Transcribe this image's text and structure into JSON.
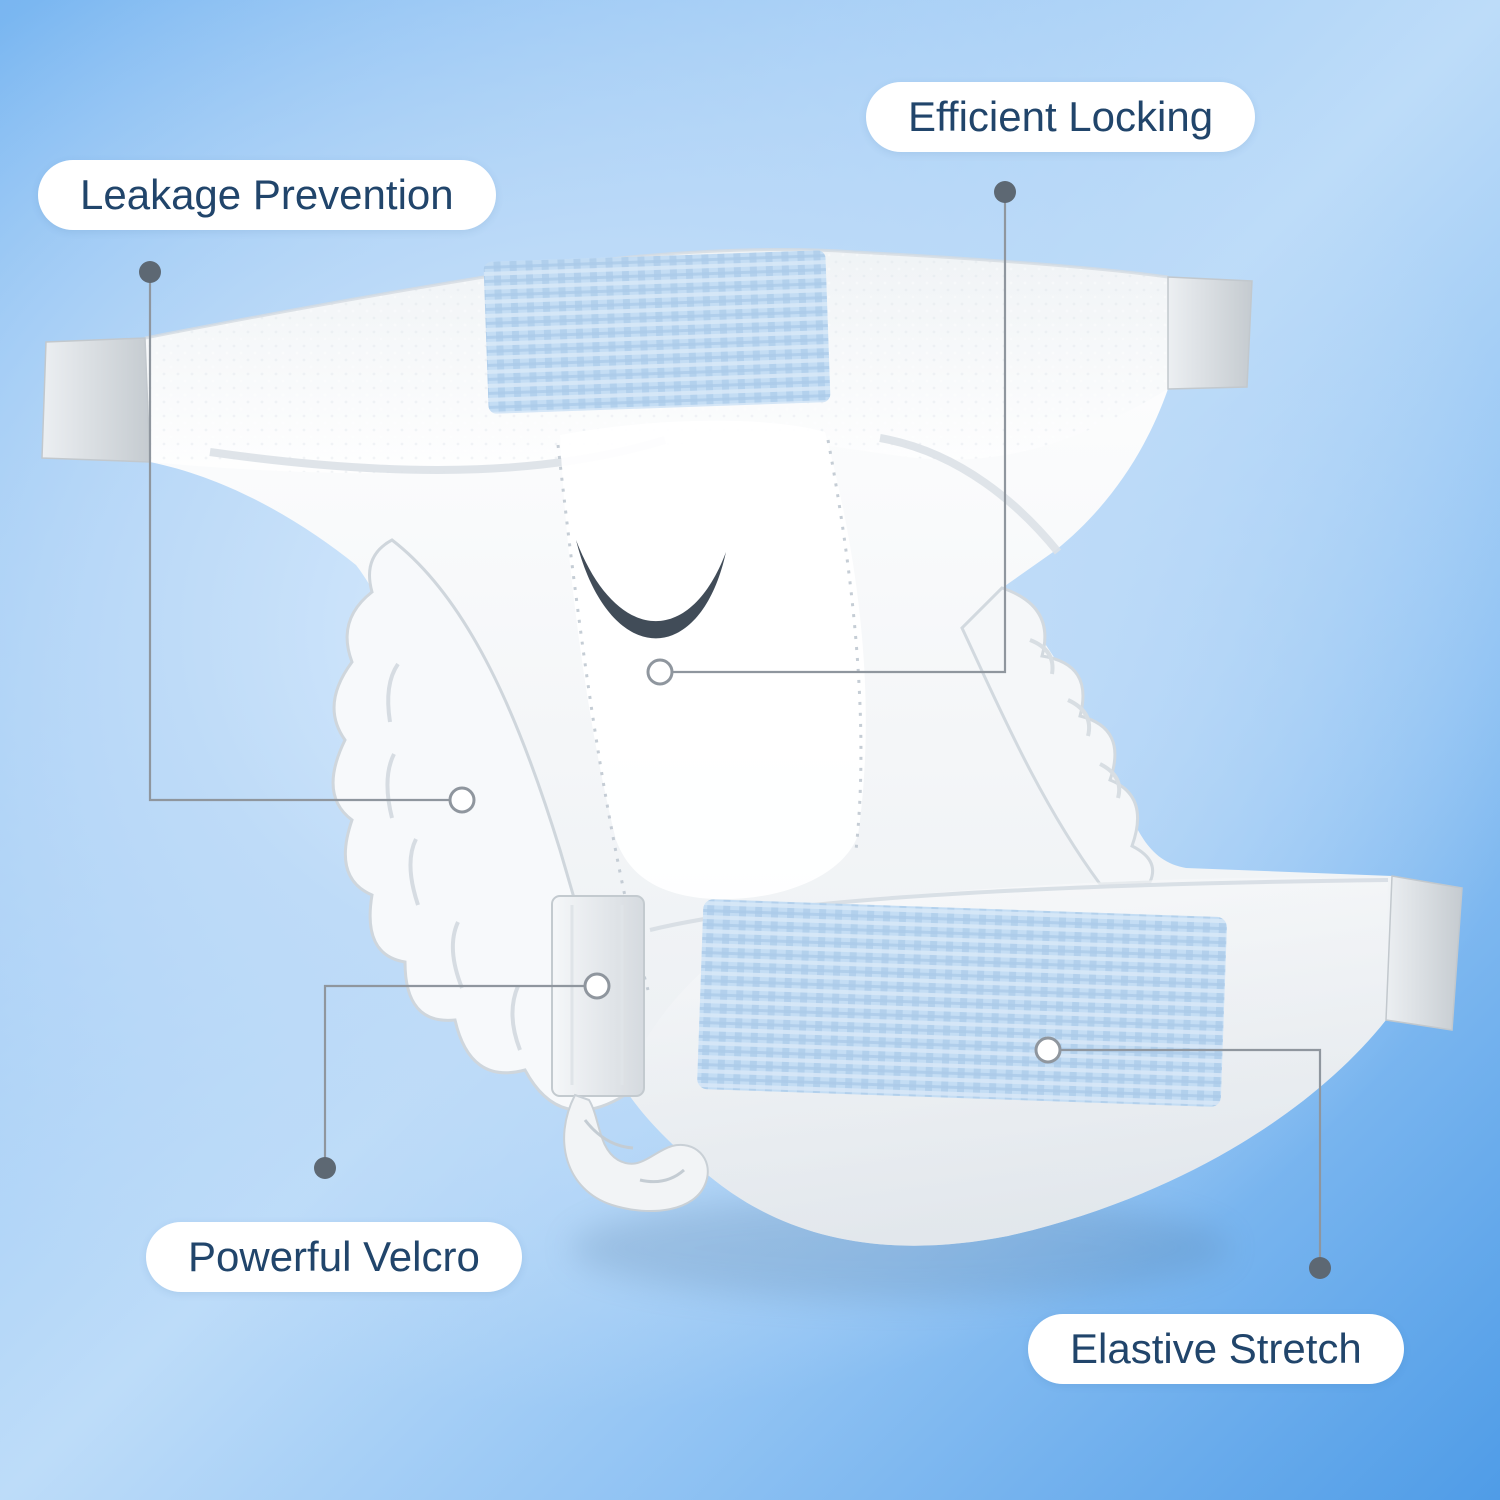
{
  "title": "Diaper product feature callout diagram",
  "callouts": [
    {
      "label": "Leakage Prevention"
    },
    {
      "label": "Efficient Locking"
    },
    {
      "label": "Powerful Velcro"
    },
    {
      "label": "Elastive Stretch"
    }
  ],
  "colors": {
    "label_text": "#21456b",
    "label_bg": "#ffffff",
    "leader_line": "#8f969e",
    "leader_dot": "#5d6873",
    "stretch_panel_blue": "#bfd9f2",
    "diaper_white": "#fdfdfe",
    "diaper_shadow": "#dde3e8",
    "background_blue": "#8fc2f3"
  }
}
